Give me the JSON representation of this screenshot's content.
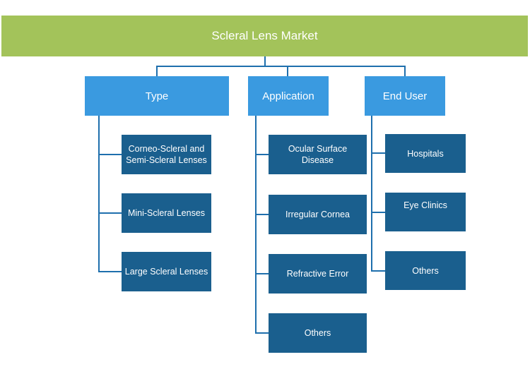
{
  "diagram": {
    "title": "Scleral Lens Market",
    "categories": [
      {
        "label": "Type",
        "items": [
          "Corneo-Scleral and\nSemi-Scleral Lenses",
          "Mini-Scleral Lenses",
          "Large Scleral Lenses"
        ]
      },
      {
        "label": "Application",
        "items": [
          "Ocular Surface Disease",
          "Irregular Cornea",
          "Refractive Error",
          "Others"
        ]
      },
      {
        "label": "End User",
        "items": [
          "Hospitals",
          "Eye Clinics",
          "Others"
        ]
      }
    ]
  },
  "colors": {
    "root": "#a3c35a",
    "category": "#3a9ae0",
    "leaf": "#1a5f8e",
    "connector": "#1e6fad"
  }
}
